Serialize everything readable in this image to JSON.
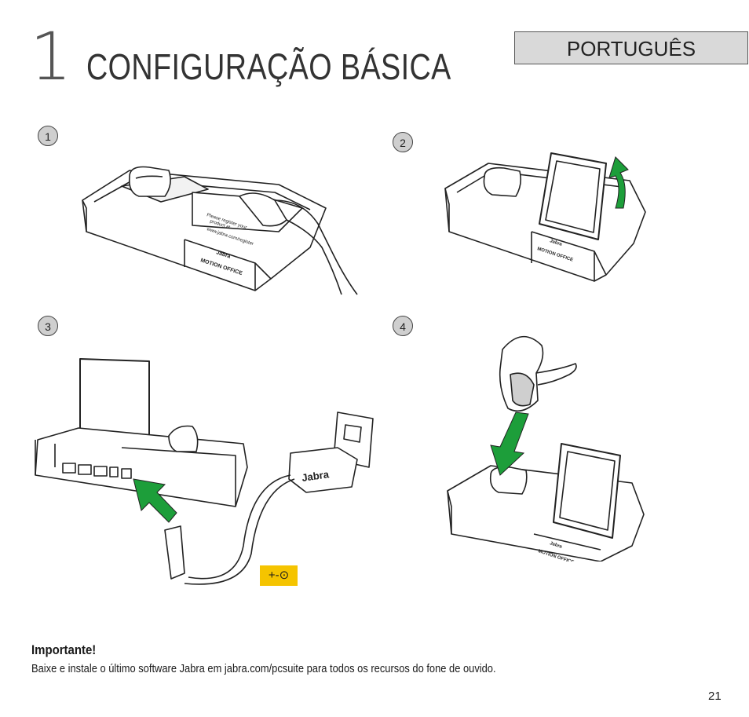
{
  "header": {
    "chapter_number": "1",
    "chapter_title": "CONFIGURAÇÃO BÁSICA",
    "language": "PORTUGUÊS"
  },
  "steps": [
    {
      "number": "1"
    },
    {
      "number": "2"
    },
    {
      "number": "3"
    },
    {
      "number": "4"
    }
  ],
  "illustration_text": {
    "brand": "Jabra",
    "product": "MOTION OFFICE",
    "film_line1": "Please register your",
    "film_line2": "product at",
    "film_url": "www.jabra.com/register",
    "adapter_brand": "Jabra",
    "polarity_symbol": "+-⊙"
  },
  "colors": {
    "arrow_green": "#1d9e3a",
    "polarity_yellow": "#f5c400"
  },
  "notice": {
    "heading": "Importante!",
    "body": "Baixe e instale o último software Jabra em jabra.com/pcsuite para todos os recursos do fone de ouvido."
  },
  "page_number": "21"
}
